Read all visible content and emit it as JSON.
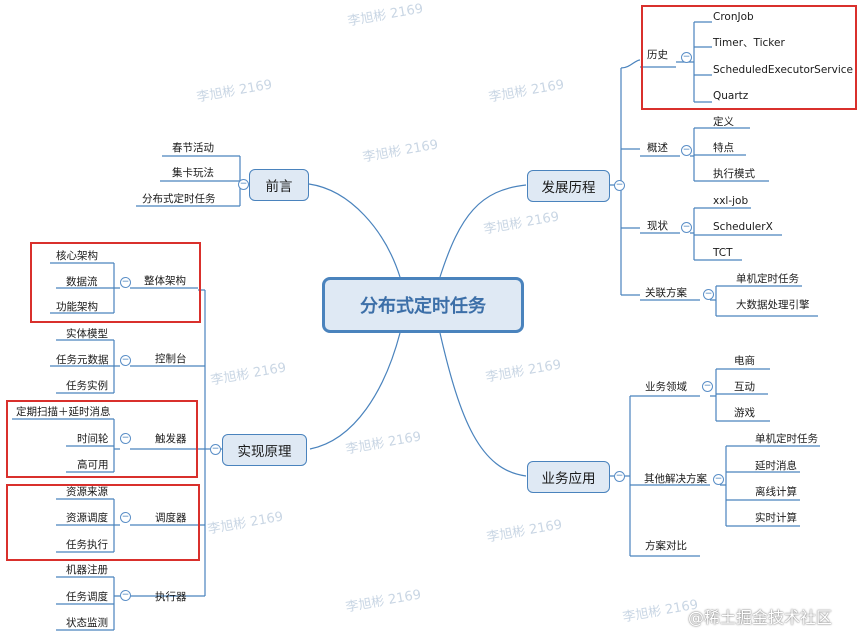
{
  "root": {
    "label": "分布式定时任务"
  },
  "branches": {
    "intro": {
      "label": "前言",
      "children": [
        "春节活动",
        "集卡玩法",
        "分布式定时任务"
      ]
    },
    "history": {
      "label": "发展历程",
      "subs": {
        "lineage": {
          "label": "历史",
          "children": [
            "CronJob",
            "Timer、Ticker",
            "ScheduledExecutorService",
            "Quartz"
          ]
        },
        "overview": {
          "label": "概述",
          "children": [
            "定义",
            "特点",
            "执行模式"
          ]
        },
        "status": {
          "label": "现状",
          "children": [
            "xxl-job",
            "SchedulerX",
            "TCT"
          ]
        },
        "related": {
          "label": "关联方案",
          "children": [
            "单机定时任务",
            "大数据处理引擎"
          ]
        }
      }
    },
    "principle": {
      "label": "实现原理",
      "subs": {
        "arch": {
          "label": "整体架构",
          "children": [
            "核心架构",
            "数据流",
            "功能架构"
          ]
        },
        "console": {
          "label": "控制台",
          "children": [
            "实体模型",
            "任务元数据",
            "任务实例"
          ]
        },
        "trigger": {
          "label": "触发器",
          "children": [
            "定期扫描＋延时消息",
            "时间轮",
            "高可用"
          ]
        },
        "scheduler": {
          "label": "调度器",
          "children": [
            "资源来源",
            "资源调度",
            "任务执行"
          ]
        },
        "executor": {
          "label": "执行器",
          "children": [
            "机器注册",
            "任务调度",
            "状态监测"
          ]
        }
      }
    },
    "application": {
      "label": "业务应用",
      "subs": {
        "domain": {
          "label": "业务领域",
          "children": [
            "电商",
            "互动",
            "游戏"
          ]
        },
        "others": {
          "label": "其他解决方案",
          "children": [
            "单机定时任务",
            "延时消息",
            "离线计算",
            "实时计算"
          ]
        },
        "compare": {
          "label": "方案对比",
          "children": []
        }
      }
    }
  },
  "collapse_glyph": "−",
  "watermark": "李旭彬 2169",
  "brand": "@稀土掘金技术社区",
  "colors": {
    "line": "#4a83bd",
    "node_fill": "#dfe9f4",
    "highlight": "#d9302c",
    "root_text": "#3c6fa8"
  }
}
